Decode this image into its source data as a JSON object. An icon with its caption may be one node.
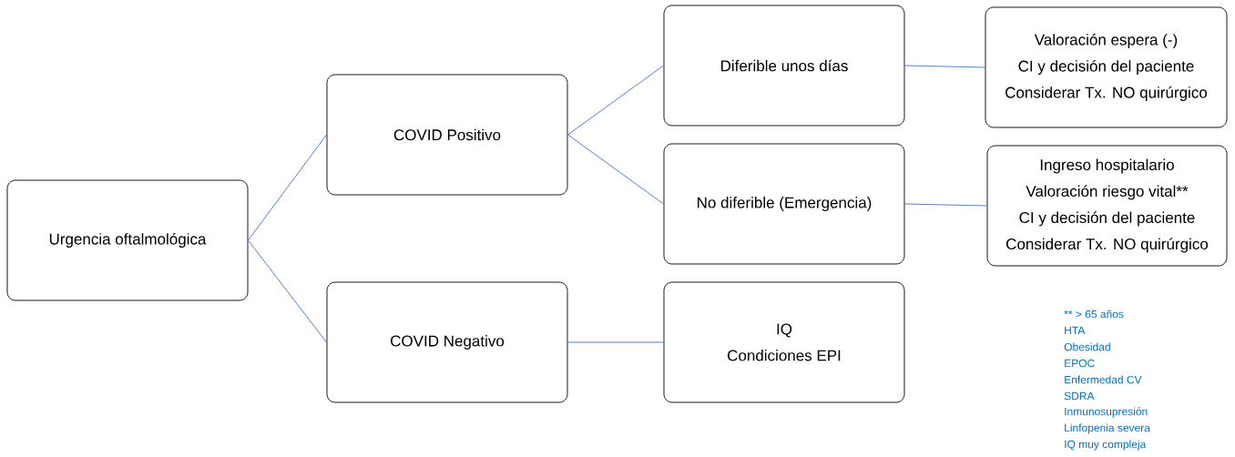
{
  "diagram": {
    "nodes": [
      {
        "text": [
          "Urgencia oftalmológica"
        ]
      },
      {
        "text": [
          "COVID Positivo"
        ]
      },
      {
        "text": [
          "COVID Negativo"
        ]
      },
      {
        "text": [
          "Diferible unos días"
        ]
      },
      {
        "text": [
          "No diferible (Emergencia)"
        ]
      },
      {
        "text": [
          "IQ",
          "Condiciones EPI"
        ]
      },
      {
        "text": [
          "Valoración espera (-)",
          "CI y decisión del paciente",
          "Considerar Tx. NO quirúrgico"
        ]
      },
      {
        "text": [
          "Ingreso hospitalario",
          "Valoración riesgo vital**",
          "CI y decisión del paciente",
          "Considerar Tx. NO quirúrgico"
        ]
      }
    ],
    "edges": [
      {
        "from": 0,
        "to": 1,
        "arrow": "none"
      },
      {
        "from": 0,
        "to": 2,
        "arrow": "none"
      },
      {
        "from": 1,
        "to": 3,
        "arrow": "none"
      },
      {
        "from": 1,
        "to": 4,
        "arrow": "none"
      },
      {
        "from": 2,
        "to": 5,
        "arrow": "none"
      },
      {
        "from": 3,
        "to": 6,
        "arrow": "none"
      },
      {
        "from": 4,
        "to": 7,
        "arrow": "none"
      }
    ],
    "labels": [
      "** > 65 años",
      "HTA",
      "Obesidad",
      "EPOC",
      "Enfermedad CV",
      "SDRA",
      "Inmunosupresión",
      "Linfopenia severa",
      "IQ muy compleja"
    ]
  }
}
